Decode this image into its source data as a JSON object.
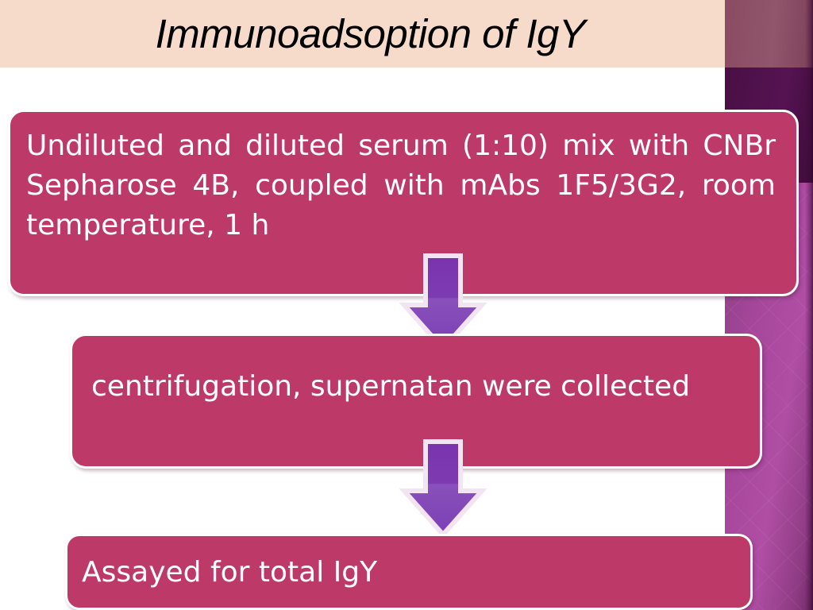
{
  "slide": {
    "title": "Immunoadsoption of IgY",
    "banner_bg": "#f7dbca",
    "box_fill": "#bd3a68",
    "box_border": "#ffffff",
    "arrow_fill": "#7b3bb0",
    "sidebar_top": "#8a4b63",
    "sidebar_mid": "#4a0f45",
    "sidebar_bottom": "#a7479c"
  },
  "flow": {
    "steps": [
      {
        "id": "step-1",
        "text": "Undiluted and diluted serum (1:10) mix with CNBr Sepharose 4B, coupled with mAbs 1F5/3G2, room temperature, 1 h"
      },
      {
        "id": "step-2",
        "text": "centrifugation, supernatan were collected"
      },
      {
        "id": "step-3",
        "text": "Assayed for total IgY"
      }
    ],
    "connectors": [
      {
        "id": "connector-1",
        "direction": "down"
      },
      {
        "id": "connector-2",
        "direction": "down"
      }
    ]
  }
}
